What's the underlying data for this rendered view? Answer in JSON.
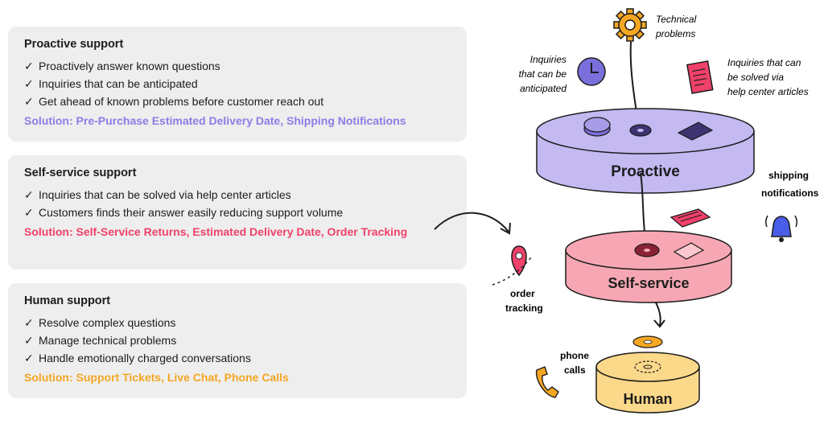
{
  "colors": {
    "proactive_accent": "#8a7ee6",
    "self_service_accent": "#f0416a",
    "human_accent": "#f5a623",
    "card_bg": "#eeeeee",
    "proactive_disk": "#c4b9f1",
    "self_service_disk": "#f7a7b4",
    "human_disk": "#fbd98a"
  },
  "cards": {
    "proactive": {
      "title": "Proactive support",
      "items": [
        "Proactively answer known questions",
        "Inquiries that can be anticipated",
        "Get ahead of known problems before customer reach out"
      ],
      "solution": "Solution: Pre-Purchase Estimated Delivery Date, Shipping Notifications"
    },
    "self_service": {
      "title": "Self-service support",
      "items": [
        "Inquiries that can be solved via help center articles",
        "Customers finds their answer easily reducing support volume"
      ],
      "solution": "Solution: Self-Service Returns, Estimated Delivery Date, Order Tracking"
    },
    "human": {
      "title": "Human support",
      "items": [
        "Resolve complex questions",
        "Manage technical problems",
        "Handle emotionally charged conversations"
      ],
      "solution": "Solution: Support Tickets, Live Chat, Phone Calls"
    }
  },
  "check_mark": "✓",
  "diagram": {
    "tiers": {
      "proactive": "Proactive",
      "self_service": "Self-service",
      "human": "Human"
    },
    "labels": {
      "technical_1": "Technical",
      "technical_2": "problems",
      "anticipated_1": "Inquiries",
      "anticipated_2": "that can be",
      "anticipated_3": "anticipated",
      "help_center_1": "Inquiries that can",
      "help_center_2": "be solved via",
      "help_center_3": "help center articles",
      "shipping_1": "shipping",
      "shipping_2": "notifications",
      "order_1": "order",
      "order_2": "tracking",
      "phone_1": "phone",
      "phone_2": "calls"
    },
    "icons": {
      "gear": "gear-icon",
      "clock": "clock-icon",
      "article": "article-icon",
      "bell": "bell-icon",
      "location_pin": "location-pin-icon",
      "phone": "phone-icon"
    }
  }
}
